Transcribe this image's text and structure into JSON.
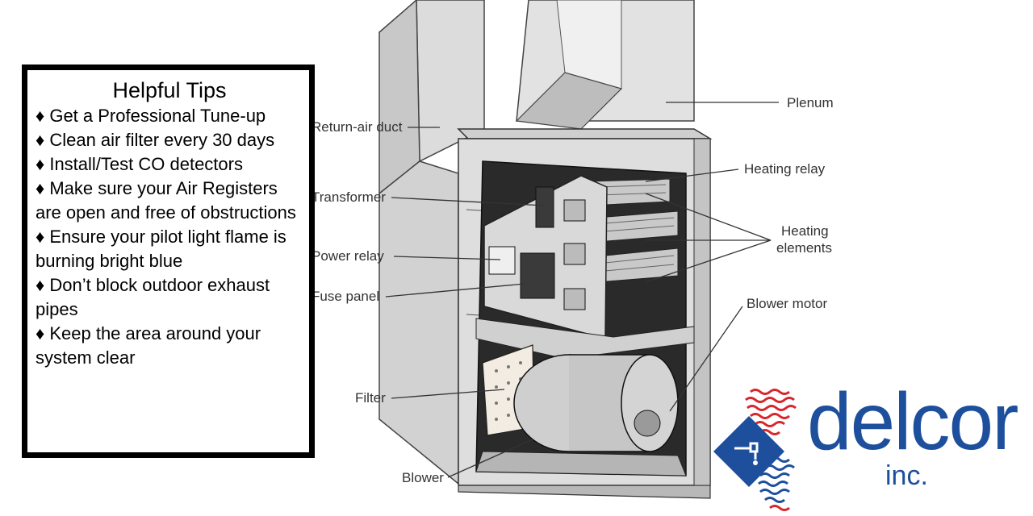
{
  "tips": {
    "title": "Helpful Tips",
    "items": [
      "♦ Get a Professional Tune-up",
      "♦ Clean air filter every 30 days",
      "♦ Install/Test CO detectors",
      "♦ Make sure your Air Registers are open and free of obstructions",
      "♦ Ensure your pilot light flame is burning bright blue",
      "♦ Don’t block outdoor exhaust pipes",
      "♦ Keep the area around your system clear"
    ]
  },
  "callouts": {
    "plenum": "Plenum",
    "return_air_duct": "Return-air duct",
    "heating_relay": "Heating relay",
    "transformer": "Transformer",
    "heating_elements_line1": "Heating",
    "heating_elements_line2": "elements",
    "power_relay": "Power relay",
    "fuse_panel": "Fuse panel",
    "blower_motor": "Blower motor",
    "filter": "Filter",
    "blower": "Blower"
  },
  "logo": {
    "word": "delcor",
    "suffix": "inc.",
    "brand_blue": "#1d4f9c",
    "brand_red": "#d8262c"
  },
  "colors": {
    "metal_light": "#e6e6e6",
    "metal_mid": "#cfcfcf",
    "metal_dark": "#9e9e9e",
    "interior": "#1f1f1f"
  }
}
